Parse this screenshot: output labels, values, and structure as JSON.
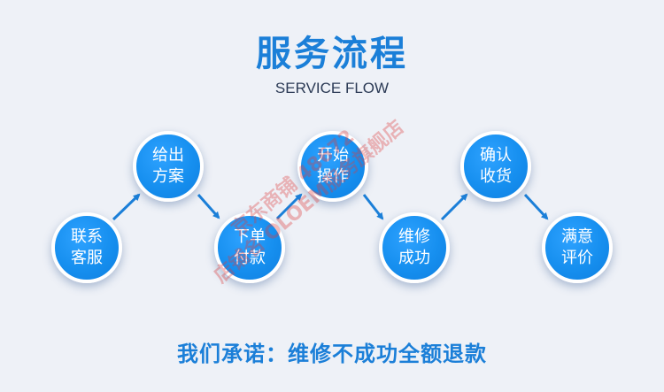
{
  "header": {
    "title": "服务流程",
    "subtitle": "SERVICE FLOW"
  },
  "steps": [
    {
      "line1": "联系",
      "line2": "客服"
    },
    {
      "line1": "给出",
      "line2": "方案"
    },
    {
      "line1": "下单",
      "line2": "付款"
    },
    {
      "line1": "开始",
      "line2": "操作"
    },
    {
      "line1": "维修",
      "line2": "成功"
    },
    {
      "line1": "确认",
      "line2": "收货"
    },
    {
      "line1": "满意",
      "line2": "评价"
    }
  ],
  "footer": {
    "promise": "我们承诺：维修不成功全额退款"
  },
  "watermark": {
    "line1": "京东商铺 48672",
    "line2": "店铺名 OLOEM服务旗舰店"
  },
  "colors": {
    "accent": "#1b7fd8",
    "node_fill": "#168fef",
    "background": "#eef1f7"
  }
}
